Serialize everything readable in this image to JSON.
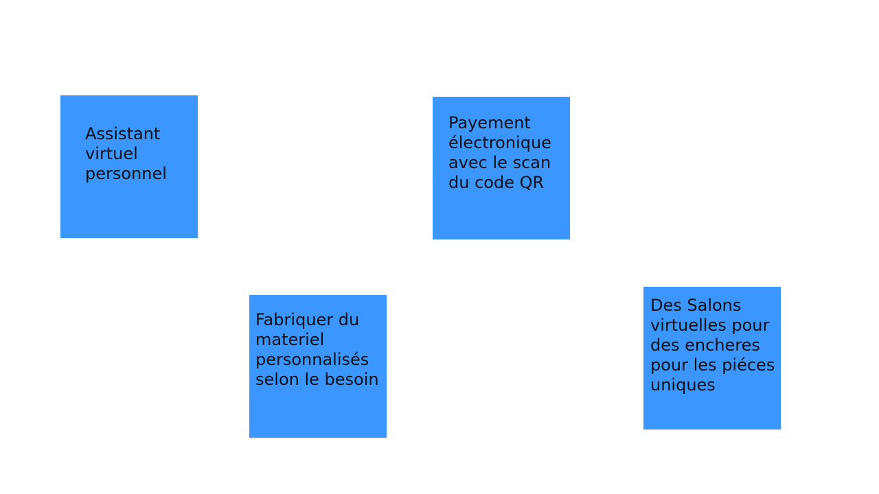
{
  "colors": {
    "background": "#ffffff",
    "note_fill": "#3b96ff",
    "note_text": "#111111"
  },
  "notes": [
    {
      "text": "Assistant virtuel personnel"
    },
    {
      "text": "Payement électronique avec le scan du code QR"
    },
    {
      "text": "Fabriquer du materiel personnalisés selon le besoin"
    },
    {
      "text": "Des Salons virtuelles pour des encheres pour les piéces uniques"
    }
  ]
}
